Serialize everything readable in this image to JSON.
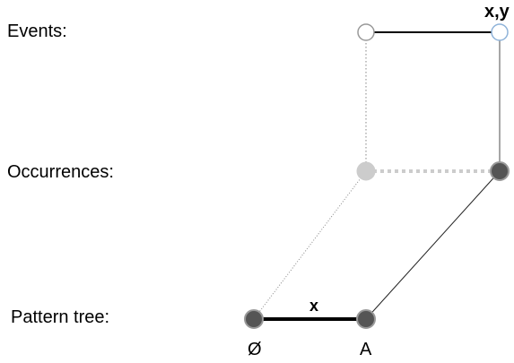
{
  "rows": {
    "events": "Events:",
    "occurrences": "Occurrences:",
    "pattern_tree": "Pattern tree:"
  },
  "labels": {
    "event_pair": "x,y",
    "edge": "x",
    "root": "Ø",
    "node": "A"
  },
  "colors": {
    "event_node_stroke": "#999999",
    "event_node_highlight_stroke": "#8fb3d9",
    "occurrence_faded": "#cccccc",
    "occurrence_dark": "#555555",
    "tree_node": "#555555"
  }
}
